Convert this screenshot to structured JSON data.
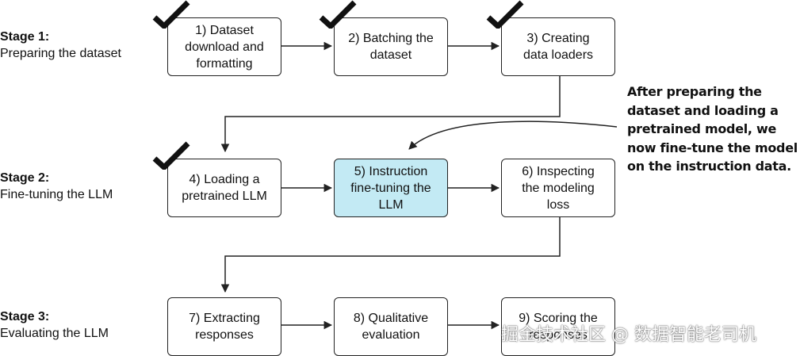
{
  "stages": [
    {
      "title": "Stage 1:",
      "desc": "Preparing the dataset"
    },
    {
      "title": "Stage 2:",
      "desc": "Fine-tuning the LLM"
    },
    {
      "title": "Stage 3:",
      "desc": "Evaluating the LLM"
    }
  ],
  "steps": [
    {
      "lines": [
        "1) Dataset",
        "download and",
        "formatting"
      ],
      "completed": true
    },
    {
      "lines": [
        "2) Batching the",
        "dataset"
      ],
      "completed": true
    },
    {
      "lines": [
        "3) Creating",
        "data loaders"
      ],
      "completed": true
    },
    {
      "lines": [
        "4) Loading a",
        "pretrained LLM"
      ],
      "completed": true
    },
    {
      "lines": [
        "5) Instruction",
        "fine-tuning the",
        "LLM"
      ],
      "completed": false,
      "highlighted": true
    },
    {
      "lines": [
        "6) Inspecting",
        "the modeling",
        "loss"
      ],
      "completed": false
    },
    {
      "lines": [
        "7) Extracting",
        "responses"
      ],
      "completed": false
    },
    {
      "lines": [
        "8) Qualitative",
        "evaluation"
      ],
      "completed": false
    },
    {
      "lines": [
        "9) Scoring the",
        "responses"
      ],
      "completed": false
    }
  ],
  "annotation": {
    "lines": [
      "After preparing the",
      "dataset and loading a",
      "pretrained model, we",
      "now fine-tune the model",
      "on the instruction data."
    ]
  },
  "watermark": "掘金技术社区 @ 数据智能老司机",
  "colors": {
    "highlight": "#c3eaf4",
    "stroke": "#222222",
    "check": "#111111"
  }
}
